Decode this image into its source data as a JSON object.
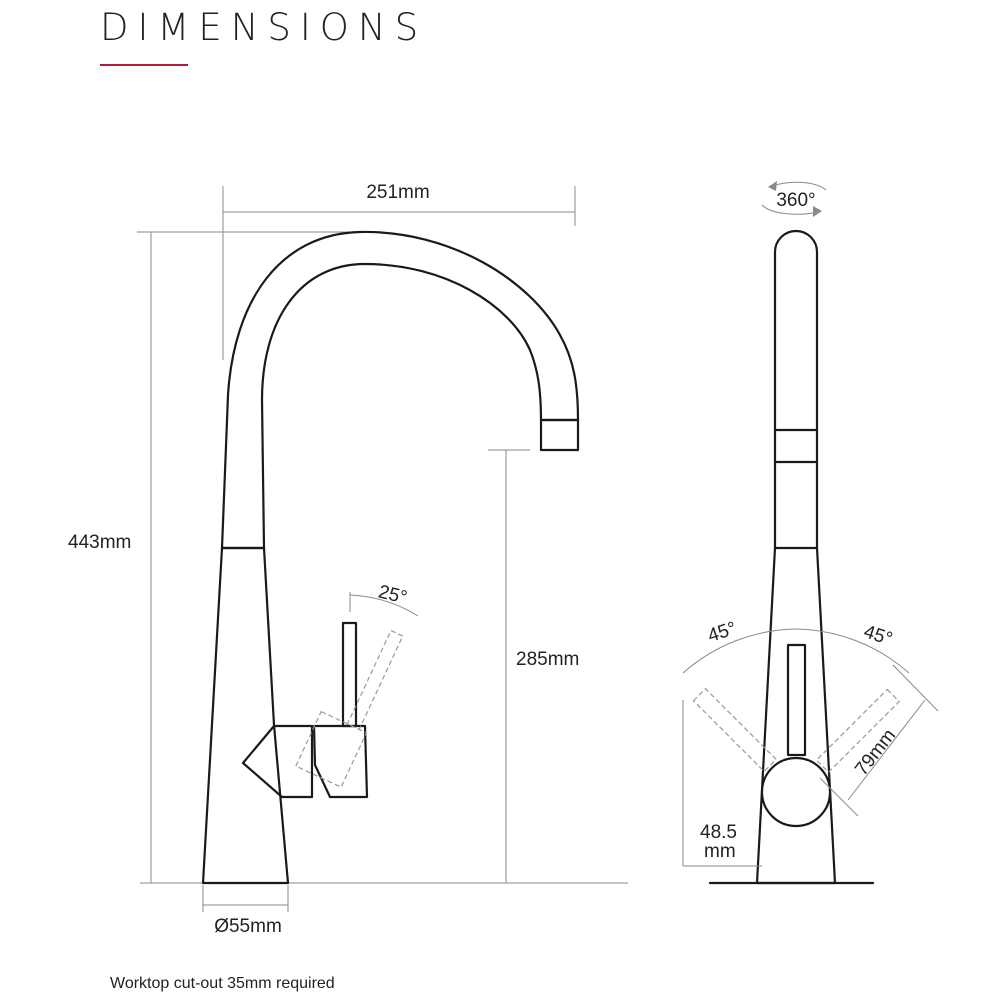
{
  "title": "DIMENSIONS",
  "colors": {
    "accent": "#b5193a",
    "outline": "#1a1a1a",
    "dimension": "#8a8a8a"
  },
  "dimensions": {
    "width": "251mm",
    "height": "443mm",
    "spout_height": "285mm",
    "base_diameter": "Ø55mm",
    "rotation": "360°",
    "lever_tilt": "25°",
    "lever_left": "45°",
    "lever_right": "45°",
    "lever_length": "79mm",
    "lever_height_value": "48.5",
    "lever_height_unit": "mm"
  },
  "note": "Worktop cut-out 35mm required"
}
